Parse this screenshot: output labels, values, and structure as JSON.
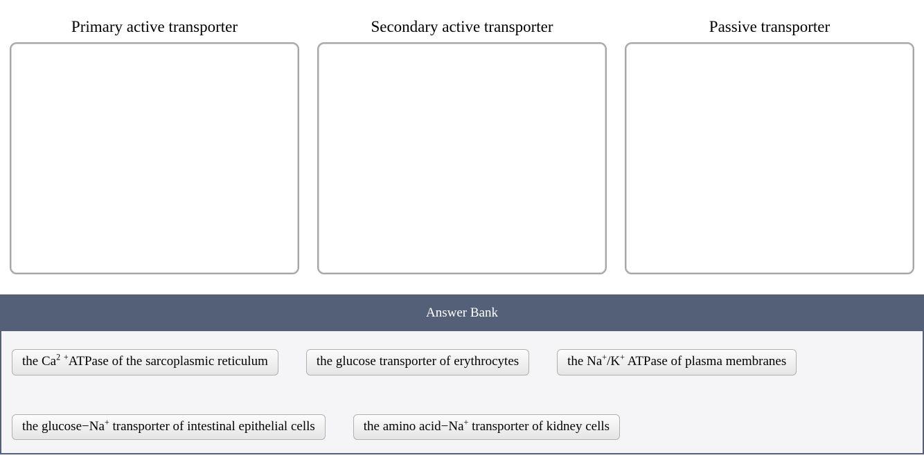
{
  "bins": [
    {
      "label": "Primary active transporter"
    },
    {
      "label": "Secondary active transporter"
    },
    {
      "label": "Passive transporter"
    }
  ],
  "answer_bank": {
    "title": "Answer Bank",
    "header_color": "#546078",
    "body_color": "#f5f5f7",
    "items": [
      {
        "parts": [
          {
            "t": "the Ca"
          },
          {
            "t": "2",
            "sup": true
          },
          {
            "t": " "
          },
          {
            "t": "+",
            "sup": true
          },
          {
            "t": "ATPase of the sarcoplasmic reticulum"
          }
        ]
      },
      {
        "parts": [
          {
            "t": "the glucose transporter of erythrocytes"
          }
        ]
      },
      {
        "parts": [
          {
            "t": "the Na"
          },
          {
            "t": "+",
            "sup": true
          },
          {
            "t": "/K"
          },
          {
            "t": "+",
            "sup": true
          },
          {
            "t": " ATPase of plasma membranes"
          }
        ]
      },
      {
        "parts": [
          {
            "t": "the glucose−Na"
          },
          {
            "t": "+",
            "sup": true
          },
          {
            "t": " transporter of intestinal epithelial cells"
          }
        ]
      },
      {
        "parts": [
          {
            "t": "the amino acid−Na"
          },
          {
            "t": "+",
            "sup": true
          },
          {
            "t": " transporter of kidney cells"
          }
        ]
      }
    ],
    "rows": [
      [
        0,
        1,
        2
      ],
      [
        3,
        4
      ]
    ]
  }
}
